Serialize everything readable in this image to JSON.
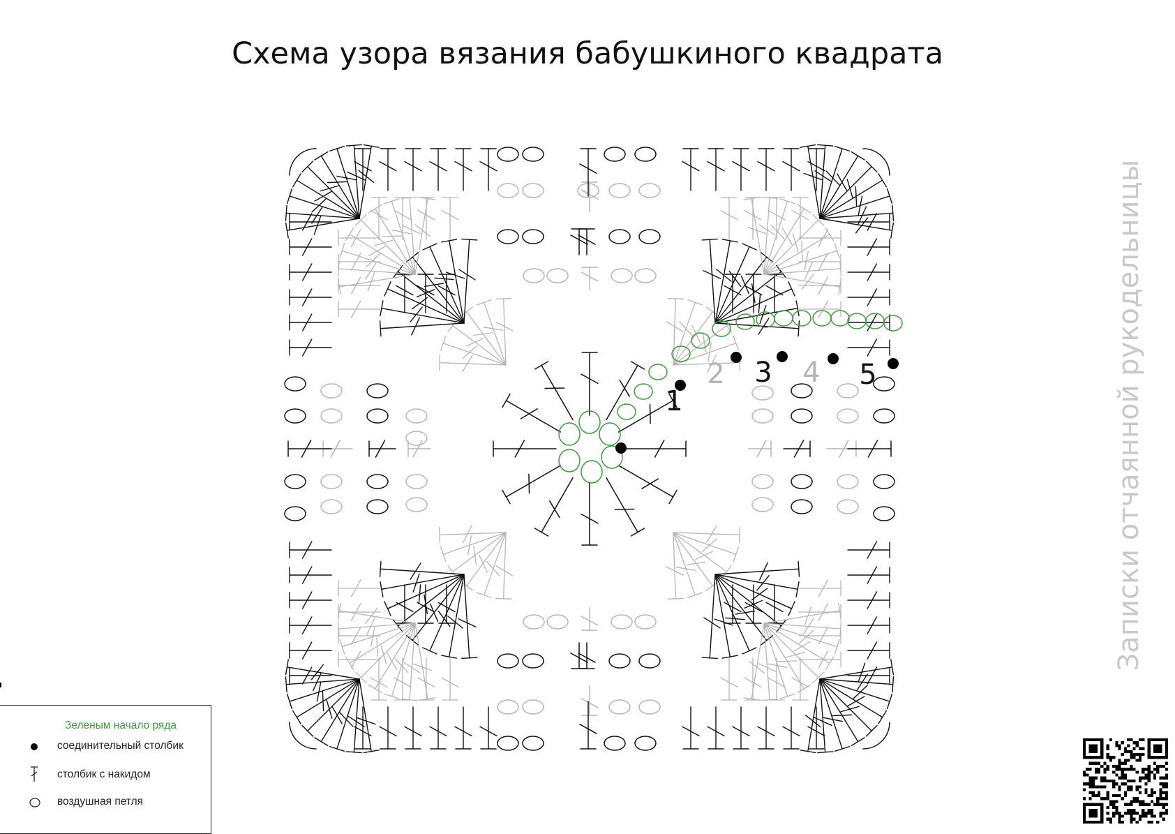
{
  "title": "Схема узора вязания бабушкиного квадрата",
  "watermark": "Записки отчаянной рукодельницы",
  "row_numbers": [
    "1",
    "2",
    "3",
    "4",
    "5"
  ],
  "legend": {
    "title": "Зеленым начало ряда",
    "items": [
      {
        "icon": "slip-stitch-dot-icon",
        "label": "соединительный столбик"
      },
      {
        "icon": "double-crochet-icon",
        "label": "столбик с накидом"
      },
      {
        "icon": "chain-loop-icon",
        "label": "воздушная петля"
      }
    ]
  },
  "colors": {
    "dark_row": "#111111",
    "light_row": "#b5b5b5",
    "start_green": "#3f9b3f",
    "watermark": "#c9c9c9"
  },
  "qr_code": "qr-code-icon"
}
